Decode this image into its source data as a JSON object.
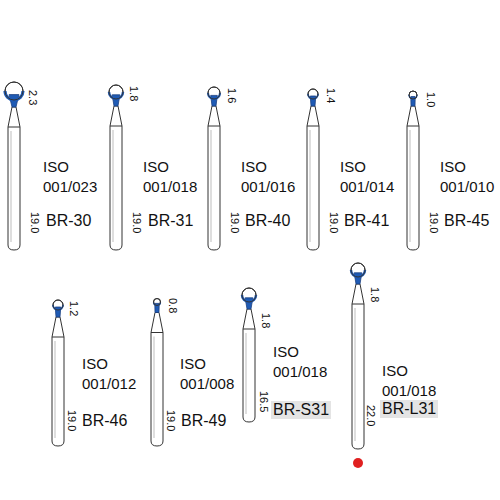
{
  "diagram": {
    "labels": [
      "2.3",
      "ISO",
      "001/023",
      "19.0",
      "BR-30",
      "1.8",
      "ISO",
      "001/018",
      "19.0",
      "BR-31",
      "1.6",
      "ISO",
      "001/016",
      "19.0",
      "BR-40",
      "1.4",
      "ISO",
      "001/014",
      "19.0",
      "BR-41",
      "1.0",
      "ISO",
      "001/010",
      "19.0",
      "BR-45",
      "1.2",
      "ISO",
      "001/012",
      "19.0",
      "BR-46",
      "0.8",
      "ISO",
      "001/008",
      "19.0",
      "BR-49",
      "1.8",
      "ISO",
      "001/018",
      "16.5",
      "BR-S31",
      "1.8",
      "ISO",
      "001/018",
      "22.0",
      "BR-L31"
    ]
  }
}
